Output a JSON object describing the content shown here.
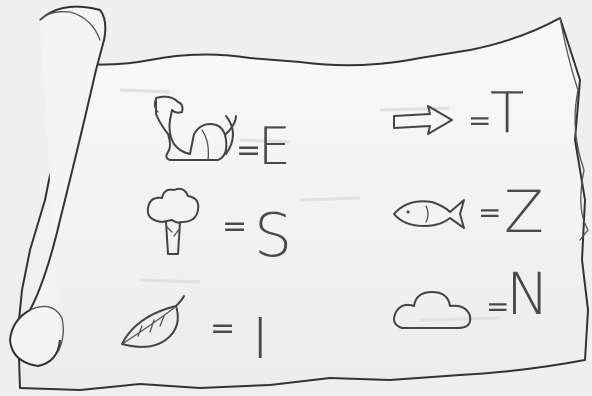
{
  "legend": {
    "left": [
      {
        "symbol": "dog-icon",
        "eq": "=",
        "letter": "E"
      },
      {
        "symbol": "tree-icon",
        "eq": "=",
        "letter": "S"
      },
      {
        "symbol": "leaf-icon",
        "eq": "=",
        "letter": "I"
      }
    ],
    "right": [
      {
        "symbol": "arrow-icon",
        "eq": "=",
        "letter": "T"
      },
      {
        "symbol": "fish-icon",
        "eq": "=",
        "letter": "Z"
      },
      {
        "symbol": "cloud-icon",
        "eq": "=",
        "letter": "N"
      }
    ]
  },
  "colors": {
    "background": "#efefef",
    "parchment": "#f7f7f7",
    "ink": "#444444"
  }
}
